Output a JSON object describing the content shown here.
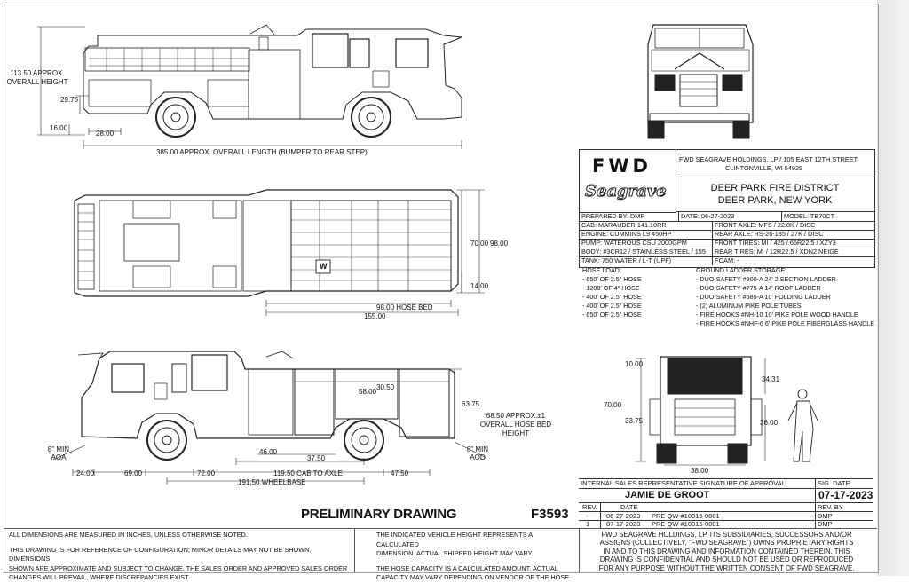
{
  "dimensions": {
    "side_top": {
      "overall_height": "113.50 APPROX. OVERALL HEIGHT",
      "height_29": "29.75",
      "height_16": "16.00",
      "width_28": "28.00",
      "overall_length": "385.00 APPROX. OVERALL LENGTH (BUMPER TO REAR STEP)"
    },
    "plan": {
      "width_70": "70.00",
      "width_98": "98.00",
      "w_14": "14.00",
      "hose_bed": "98.00 HOSE BED",
      "len_155": "155.00",
      "compartment_letter": "W"
    },
    "side_bottom": {
      "d58": "58.00",
      "d30": "30.50",
      "d63": "63.75",
      "hose_bed_height": "68.50 APPROX.±1 OVERALL HOSE BED HEIGHT",
      "aoa": "8\" MIN AOA",
      "aod": "8\" MIN AOD",
      "d46": "46.00",
      "d37": "37.50",
      "d24": "24.00",
      "d69": "69.00",
      "d72": "72.00",
      "cab_to_axle": "119.50 CAB TO AXLE",
      "d47": "47.50",
      "wheelbase": "191.50 WHEELBASE"
    },
    "rear_view": {
      "d10": "10.00",
      "d34": "34.31",
      "d70": "70.00",
      "d33": "33.75",
      "d36": "36.00",
      "d38": "38.00"
    }
  },
  "title_block": {
    "logo_text": "FWD",
    "brand": "Seagrave",
    "address_line1": "FWD SEAGRAVE HOLDINGS, LP / 105 EAST 12TH STREET",
    "address_line2": "CLINTONVILLE, WI 54929",
    "customer_line1": "DEER PARK FIRE DISTRICT",
    "customer_line2": "DEER PARK, NEW YORK",
    "prepared_by": "PREPARED BY: DMP",
    "date": "DATE: 06-27-2023",
    "model": "MODEL: TB70CT",
    "cab": "CAB:  MARAUDER 141.10RR",
    "front_axle": "FRONT AXLE:  MFS / 22.8K / DISC",
    "engine": "ENGINE: CUMMINS L9 450HP",
    "rear_axle": "REAR AXLE:  RS-26-185 / 27K / DISC",
    "pump": "PUMP:  WATEROUS CSU 2000GPM",
    "front_tires": "FRONT TIRES:  MI / 425 / 65R22.5 / XZY3",
    "body": "BODY: #3CR12 / STAINLESS STEEL / 155",
    "rear_tires": "REAR TIRES:  MI / 12R22.5 / XDN2 NEIGE",
    "tank": "TANK:  750 WATER / L-T (UPF)",
    "foam": "FOAM: -"
  },
  "hose_load": {
    "title": "HOSE LOAD:",
    "items": [
      "- 650' OF 2.5\" HOSE",
      "- 1200' OF 4\" HOSE",
      "- 400' OF 2.5\" HOSE",
      "- 400' OF 2.5\" HOSE",
      "- 650' OF 2.5\" HOSE"
    ]
  },
  "ladder_storage": {
    "title": "GROUND LADDER STORAGE:",
    "items": [
      "- DUO-SAFETY #900-A 24' 2 SECTION LADDER",
      "- DUO-SAFETY #775-A 14' ROOF LADDER",
      "- DUO-SAFETY #585-A 10' FOLDING LADDER",
      "- (2) ALUMINUM PIKE POLE TUBES",
      "- FIRE HOOKS #NH-10 10' PIKE POLE WOOD HANDLE",
      "- FIRE HOOKS #NHF-6 6' PIKE POLE FIBERGLASS HANDLE"
    ]
  },
  "signature": {
    "header": "INTERNAL SALES REPRESENTATIVE SIGNATURE OF APPROVAL",
    "sig_date_label": "SIG. DATE",
    "signer": "JAMIE DE GROOT",
    "sig_date": "07-17-2023",
    "rev_label": "REV.",
    "rev_date_label": "DATE",
    "rev_by_label": "REV. BY",
    "rows": [
      {
        "rev": "-",
        "date": "06-27-2023",
        "desc": "PRE QW #10015-0001",
        "by": "DMP"
      },
      {
        "rev": "1",
        "date": "07-17-2023",
        "desc": "PRE QW #10015-0001",
        "by": "DMP"
      }
    ]
  },
  "preliminary": "PRELIMINARY DRAWING",
  "drawing_number": "F3593",
  "footer": {
    "col1_line1": "ALL DIMENSIONS ARE MEASURED IN INCHES, UNLESS OTHERWISE NOTED.",
    "col1_line2": "THIS DRAWING IS FOR REFERENCE OF CONFIGURATION; MINOR DETAILS MAY NOT BE SHOWN.  DIMENSIONS",
    "col1_line3": "SHOWN ARE APPROXIMATE AND SUBJECT TO CHANGE.  THE SALES ORDER AND APPROVED SALES ORDER",
    "col1_line4": "CHANGES WILL PREVAIL, WHERE DISCREPANCIES EXIST.",
    "col2_line1": "THE INDICATED VEHICLE HEIGHT REPRESENTS A CALCULATED",
    "col2_line2": "DIMENSION.  ACTUAL SHIPPED HEIGHT MAY VARY.",
    "col2_line3": "THE HOSE CAPACITY IS A CALCULATED AMOUNT.  ACTUAL",
    "col2_line4": "CAPACITY MAY VARY DEPENDING ON  VENDOR OF THE HOSE.",
    "col3_line1": "FWD SEAGRAVE HOLDINGS, LP, ITS SUBSIDIARIES, SUCCESSORS AND/OR",
    "col3_line2": "ASSIGNS (COLLECTIVELY, \"FWD SEAGRAVE\") OWNS PROPRIETARY RIGHTS",
    "col3_line3": "IN AND TO THIS DRAWING AND INFORMATION CONTAINED THEREIN. THIS",
    "col3_line4": "DRAWING IS CONFIDENTIAL AND SHOULD NOT BE USED OR REPRODUCED",
    "col3_line5": "FOR ANY PURPOSE WITHOUT THE WRITTEN CONSENT OF  FWD SEAGRAVE."
  }
}
